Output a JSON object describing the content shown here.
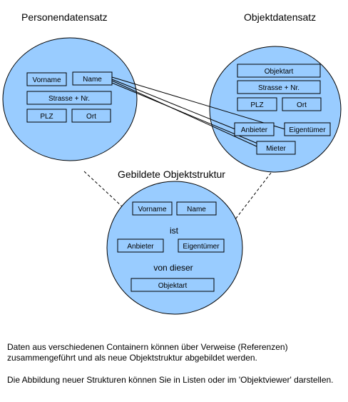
{
  "titles": {
    "person": "Personendatensatz",
    "object": "Objektdatensatz",
    "structure": "Gebildete Objektstruktur"
  },
  "person_fields": {
    "vorname": "Vorname",
    "name": "Name",
    "strasse": "Strasse + Nr.",
    "plz": "PLZ",
    "ort": "Ort"
  },
  "object_fields": {
    "objektart": "Objektart",
    "strasse": "Strasse + Nr.",
    "plz": "PLZ",
    "ort": "Ort",
    "anbieter": "Anbieter",
    "eigentuemer": "Eigentümer",
    "mieter": "Mieter"
  },
  "structure_fields": {
    "vorname": "Vorname",
    "name": "Name",
    "ist": "ist",
    "anbieter": "Anbieter",
    "eigentuemer": "Eigentümer",
    "von_dieser": "von dieser",
    "objektart": "Objektart"
  },
  "captions": {
    "first": "Daten aus verschiedenen Containern können über Verweise (Referenzen) zusammengeführt und als neue Objektstruktur abgebildet werden.",
    "second": "Die Abbildung neuer Strukturen können Sie in Listen oder im 'Objektviewer' darstellen."
  },
  "colors": {
    "circle_fill": "#99ccff",
    "circle_stroke": "#000000",
    "box_stroke": "#000000"
  }
}
